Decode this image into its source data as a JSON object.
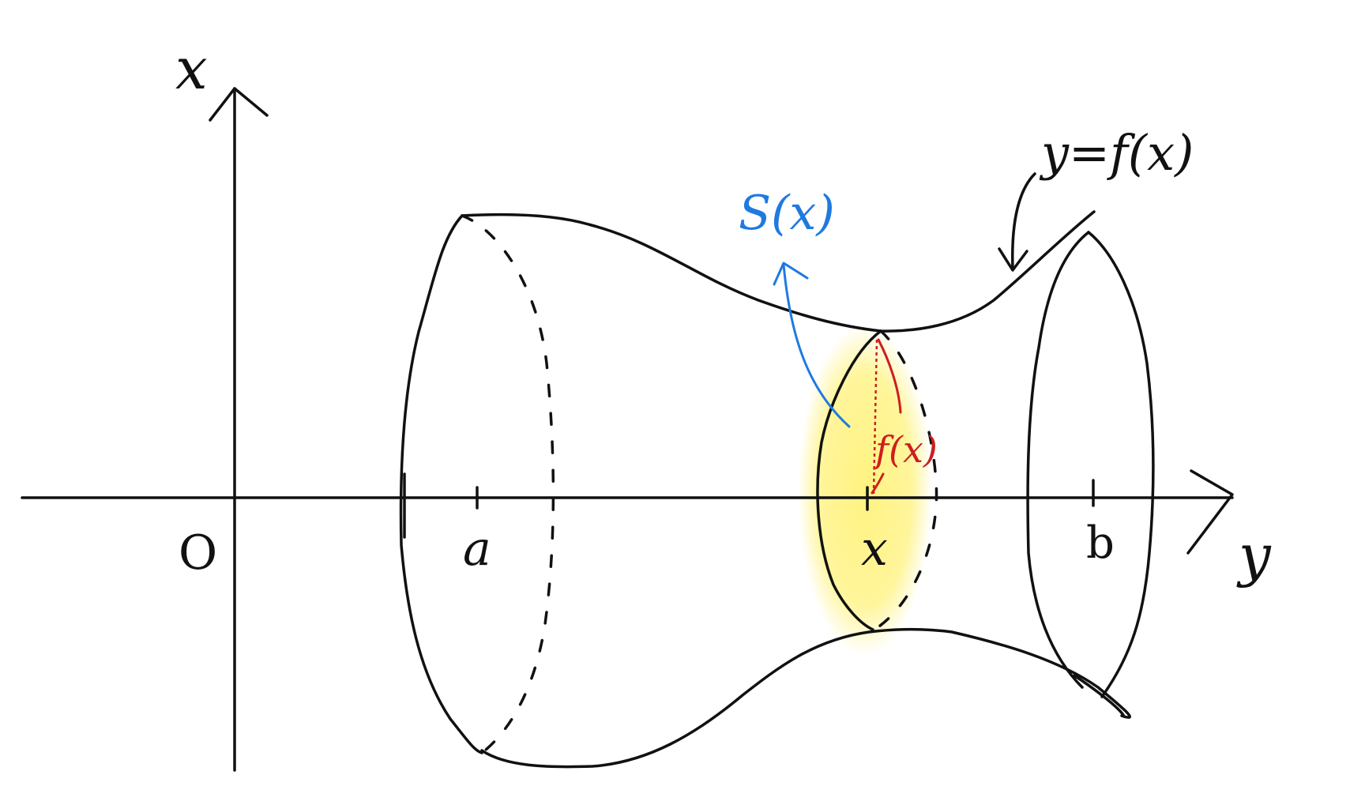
{
  "labels": {
    "vertical_axis": "x",
    "horizontal_axis": "y",
    "origin": "O",
    "lower_bound": "a",
    "section_position": "x",
    "upper_bound": "b",
    "curve": "y=f(x)",
    "section_area": "S(x)",
    "radius": "f(x)"
  },
  "colors": {
    "ink": "#111111",
    "section_fill": "#fff27a",
    "area_label": "#1f7ae0",
    "radius_label": "#cc1f1f"
  }
}
